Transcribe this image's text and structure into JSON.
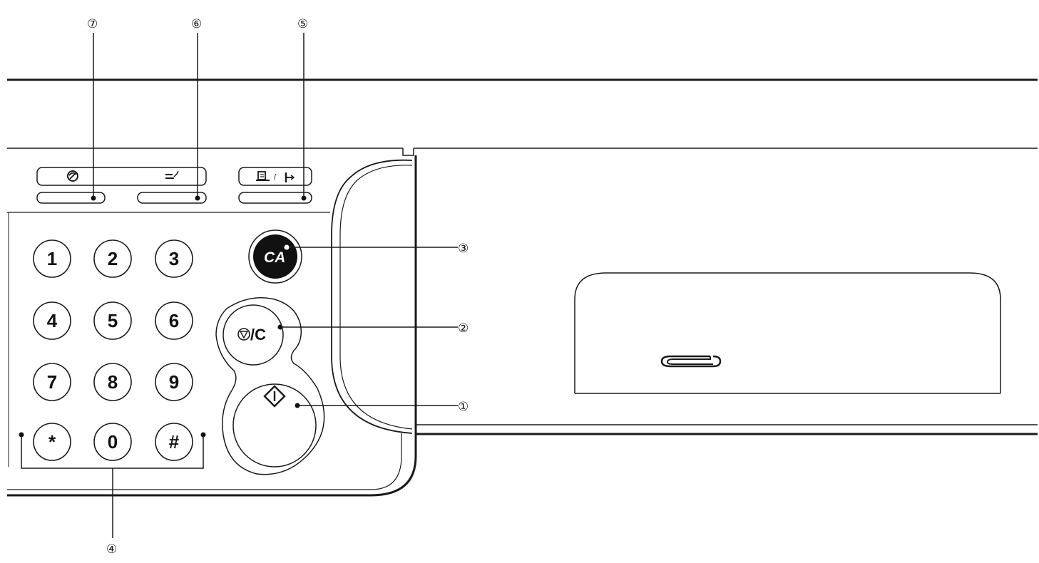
{
  "callouts": [
    "①",
    "②",
    "③",
    "④",
    "⑤",
    "⑥",
    "⑦"
  ],
  "keypad": {
    "keys": [
      "1",
      "2",
      "3",
      "4",
      "5",
      "6",
      "7",
      "8",
      "9",
      "*",
      "0",
      "#"
    ]
  },
  "stop_clear_label": "/C",
  "clear_all_label": "CA",
  "function_separator": "/",
  "icons": {
    "energy_saver": "energy-saver-icon",
    "id_check": "id-check-icon",
    "print_counter": "print-icon",
    "start": "start-diamond-icon",
    "stop": "stop-icon",
    "paper_clip": "paper-clip-icon"
  },
  "colors": {
    "line": "#1a1a1a",
    "clear_all_fill": "#111111",
    "background": "#ffffff"
  }
}
